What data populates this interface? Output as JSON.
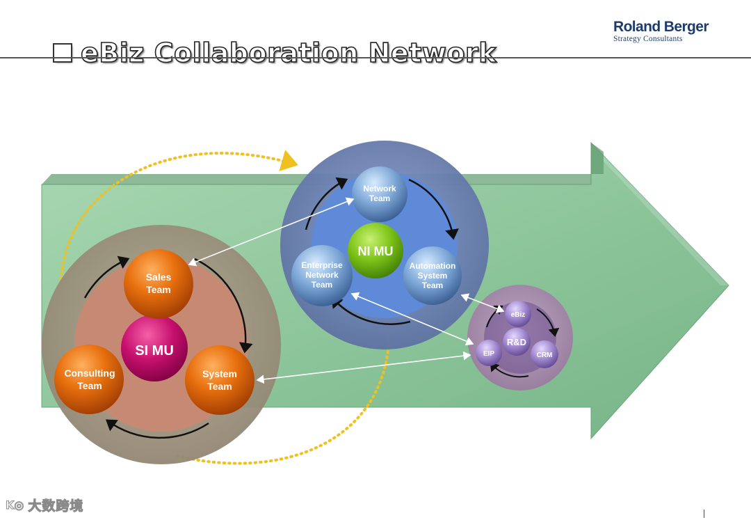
{
  "header": {
    "title": "eBiz Collaboration Network",
    "title_icon": "checkbox-square-icon",
    "brand_name": "Roland Berger",
    "brand_subtitle": "Strategy Consultants"
  },
  "colors": {
    "arrow": "#8cc49a",
    "orange_node": "#e06a10",
    "magenta_hub": "#c8106e",
    "green_hub": "#7cc418",
    "blue_node": "#7ea8d8",
    "purple_node": "#a48ad0",
    "brand": "#1e3c6b",
    "dotted_path": "#f0c020"
  },
  "si_group": {
    "hub": "SI MU",
    "nodes": [
      {
        "line1": "Sales",
        "line2": "Team"
      },
      {
        "line1": "Consulting",
        "line2": "Team"
      },
      {
        "line1": "System",
        "line2": "Team"
      }
    ]
  },
  "ni_group": {
    "hub": "NI MU",
    "nodes": [
      {
        "line1": "Network",
        "line2": "Team"
      },
      {
        "line1": "Enterprise",
        "line2": "Network",
        "line3": "Team"
      },
      {
        "line1": "Automation",
        "line2": "System",
        "line3": "Team"
      }
    ]
  },
  "rd_group": {
    "hub": "R&D",
    "nodes": [
      "eBiz",
      "EIP",
      "CRM"
    ]
  },
  "watermark": {
    "text": "大数跨境"
  }
}
